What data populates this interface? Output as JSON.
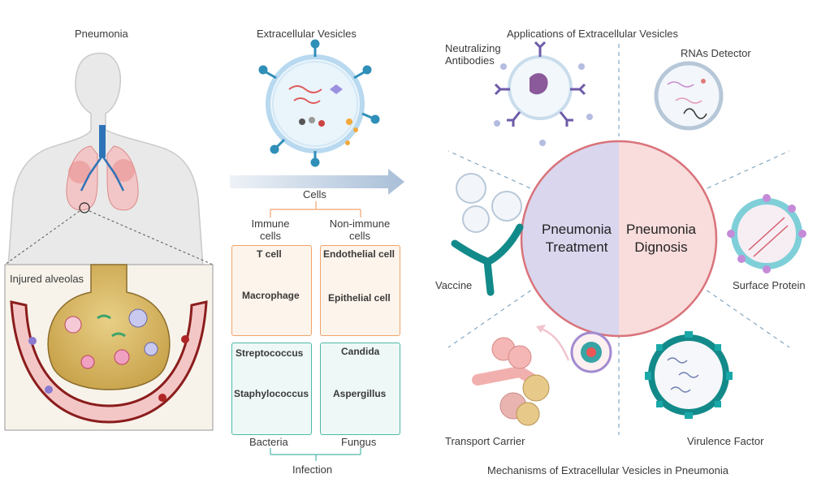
{
  "sections": {
    "pneumonia": "Pneumonia",
    "extracellular_vesicles": "Extracellular Vesicles",
    "applications": "Applications of Extracellular Vesicles",
    "mechanisms": "Mechanisms of Extracellular Vesicles in Pneumonia"
  },
  "left": {
    "injured_alveolas": "Injured alveolas"
  },
  "cells": {
    "title": "Cells",
    "immune": "Immune cells",
    "non_immune": "Non-immune cells",
    "t_cell": "T cell",
    "macrophage": "Macrophage",
    "endothelial": "Endothelial cell",
    "epithelial": "Epithelial cell",
    "streptococcus": "Streptococcus",
    "staphylococcus": "Staphylococcus",
    "candida": "Candida",
    "aspergillus": "Aspergillus",
    "bacteria": "Bacteria",
    "fungus": "Fungus",
    "infection": "Infection"
  },
  "applications": {
    "neutralizing_antibodies": "Neutralizing Antibodies",
    "rnas_detector": "RNAs Detector",
    "vaccine": "Vaccine",
    "surface_protein": "Surface Protein",
    "transport_carrier": "Transport Carrier",
    "virulence_factor": "Virulence Factor",
    "treatment": "Pneumonia Treatment",
    "diagnosis": "Pneumonia Dignosis"
  },
  "colors": {
    "treatment_fill": "#d9d6ee",
    "diagnosis_fill": "#f9dcdc",
    "circle_border": "#d9737a",
    "orange_box": "#f0a36a",
    "teal_box": "#4fb8a9",
    "vesicle_blue": "#2f8fb8",
    "arrow": "#b7c8dc"
  }
}
